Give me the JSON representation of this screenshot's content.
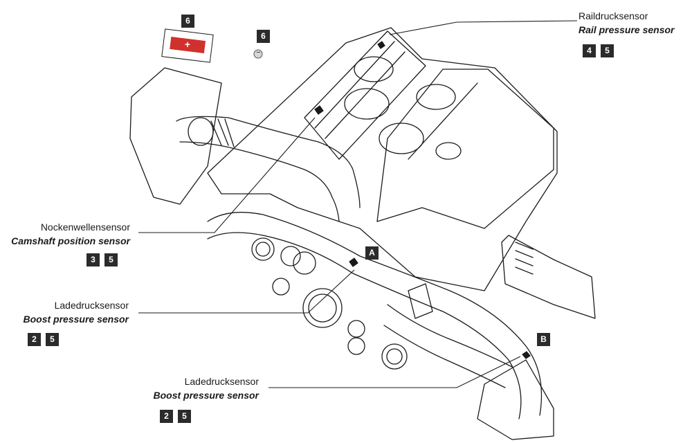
{
  "battery": {
    "badge": "6",
    "plus": "+",
    "minus_badge": "6",
    "minus": "−",
    "plus_color": "#d0312d"
  },
  "sensors": {
    "rail": {
      "de": "Raildrucksensor",
      "en": "Rail pressure sensor",
      "badges": [
        "4",
        "5"
      ]
    },
    "camshaft": {
      "de": "Nockenwellensensor",
      "en": "Camshaft position sensor",
      "badges": [
        "3",
        "5"
      ]
    },
    "boost_a": {
      "de": "Ladedrucksensor",
      "en": "Boost pressure sensor",
      "badges": [
        "2",
        "5"
      ]
    },
    "boost_b": {
      "de": "Ladedrucksensor",
      "en": "Boost pressure sensor",
      "badges": [
        "2",
        "5"
      ]
    }
  },
  "markers": {
    "a": "A",
    "b": "B"
  },
  "colors": {
    "line": "#1a1a1a",
    "badge_bg": "#2b2b2b"
  }
}
